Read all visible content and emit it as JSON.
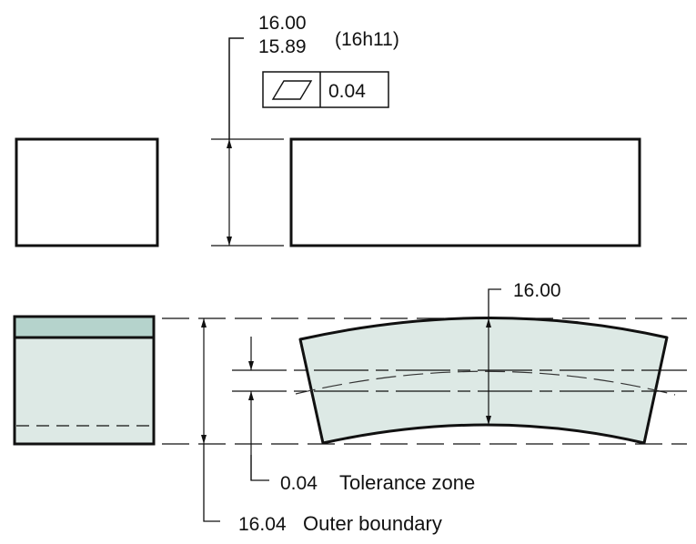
{
  "top_view": {
    "upper_limit": "16.00",
    "lower_limit": "15.89",
    "fit_class": "(16h11)",
    "feature_control_frame": {
      "symbol": "parallelogram-flatness-icon",
      "tolerance": "0.04"
    }
  },
  "bottom_view": {
    "nominal": "16.00",
    "tolerance_zone_value": "0.04",
    "tolerance_zone_label": "Tolerance zone",
    "outer_boundary_value": "16.04",
    "outer_boundary_label": "Outer boundary"
  },
  "colors": {
    "part_fill": "#dde9e5",
    "part_band": "#b5d3cc",
    "line": "#111111"
  }
}
